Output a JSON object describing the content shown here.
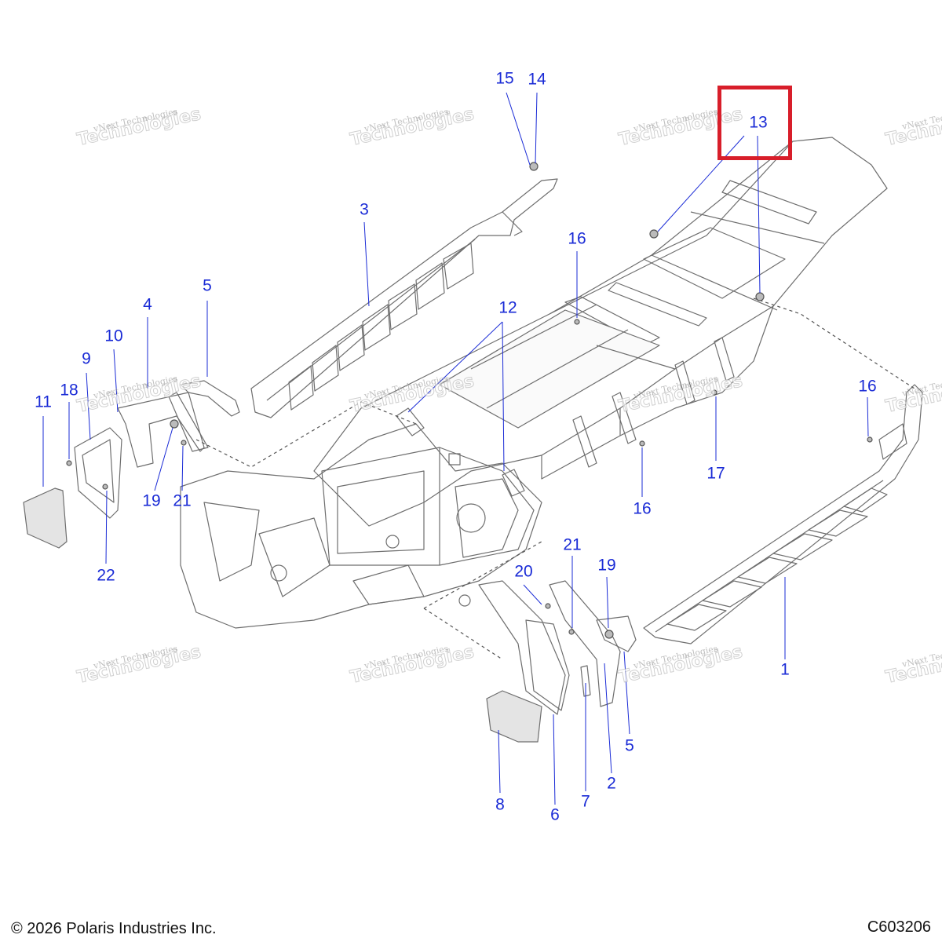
{
  "callouts": [
    {
      "id": "1",
      "label": "1"
    },
    {
      "id": "2",
      "label": "2"
    },
    {
      "id": "3",
      "label": "3"
    },
    {
      "id": "4",
      "label": "4"
    },
    {
      "id": "5a",
      "label": "5"
    },
    {
      "id": "5b",
      "label": "5"
    },
    {
      "id": "6",
      "label": "6"
    },
    {
      "id": "7",
      "label": "7"
    },
    {
      "id": "8",
      "label": "8"
    },
    {
      "id": "9",
      "label": "9"
    },
    {
      "id": "10",
      "label": "10"
    },
    {
      "id": "11",
      "label": "11"
    },
    {
      "id": "12",
      "label": "12"
    },
    {
      "id": "13",
      "label": "13"
    },
    {
      "id": "14",
      "label": "14"
    },
    {
      "id": "15",
      "label": "15"
    },
    {
      "id": "16a",
      "label": "16"
    },
    {
      "id": "16b",
      "label": "16"
    },
    {
      "id": "16c",
      "label": "16"
    },
    {
      "id": "17",
      "label": "17"
    },
    {
      "id": "18",
      "label": "18"
    },
    {
      "id": "19a",
      "label": "19"
    },
    {
      "id": "19b",
      "label": "19"
    },
    {
      "id": "20",
      "label": "20"
    },
    {
      "id": "21a",
      "label": "21"
    },
    {
      "id": "21b",
      "label": "21"
    },
    {
      "id": "22",
      "label": "22"
    }
  ],
  "highlighted_callout": "13",
  "watermark": {
    "line1": "vNext Technologies",
    "line2": "vNext",
    "line3": "Technologies"
  },
  "footer": {
    "copyright": "© 2026 Polaris Industries Inc.",
    "figure_id": "C603206"
  },
  "colors": {
    "callout": "#1a2bd6",
    "highlight": "#d81e2a",
    "line_art": "#6e6e6e"
  }
}
